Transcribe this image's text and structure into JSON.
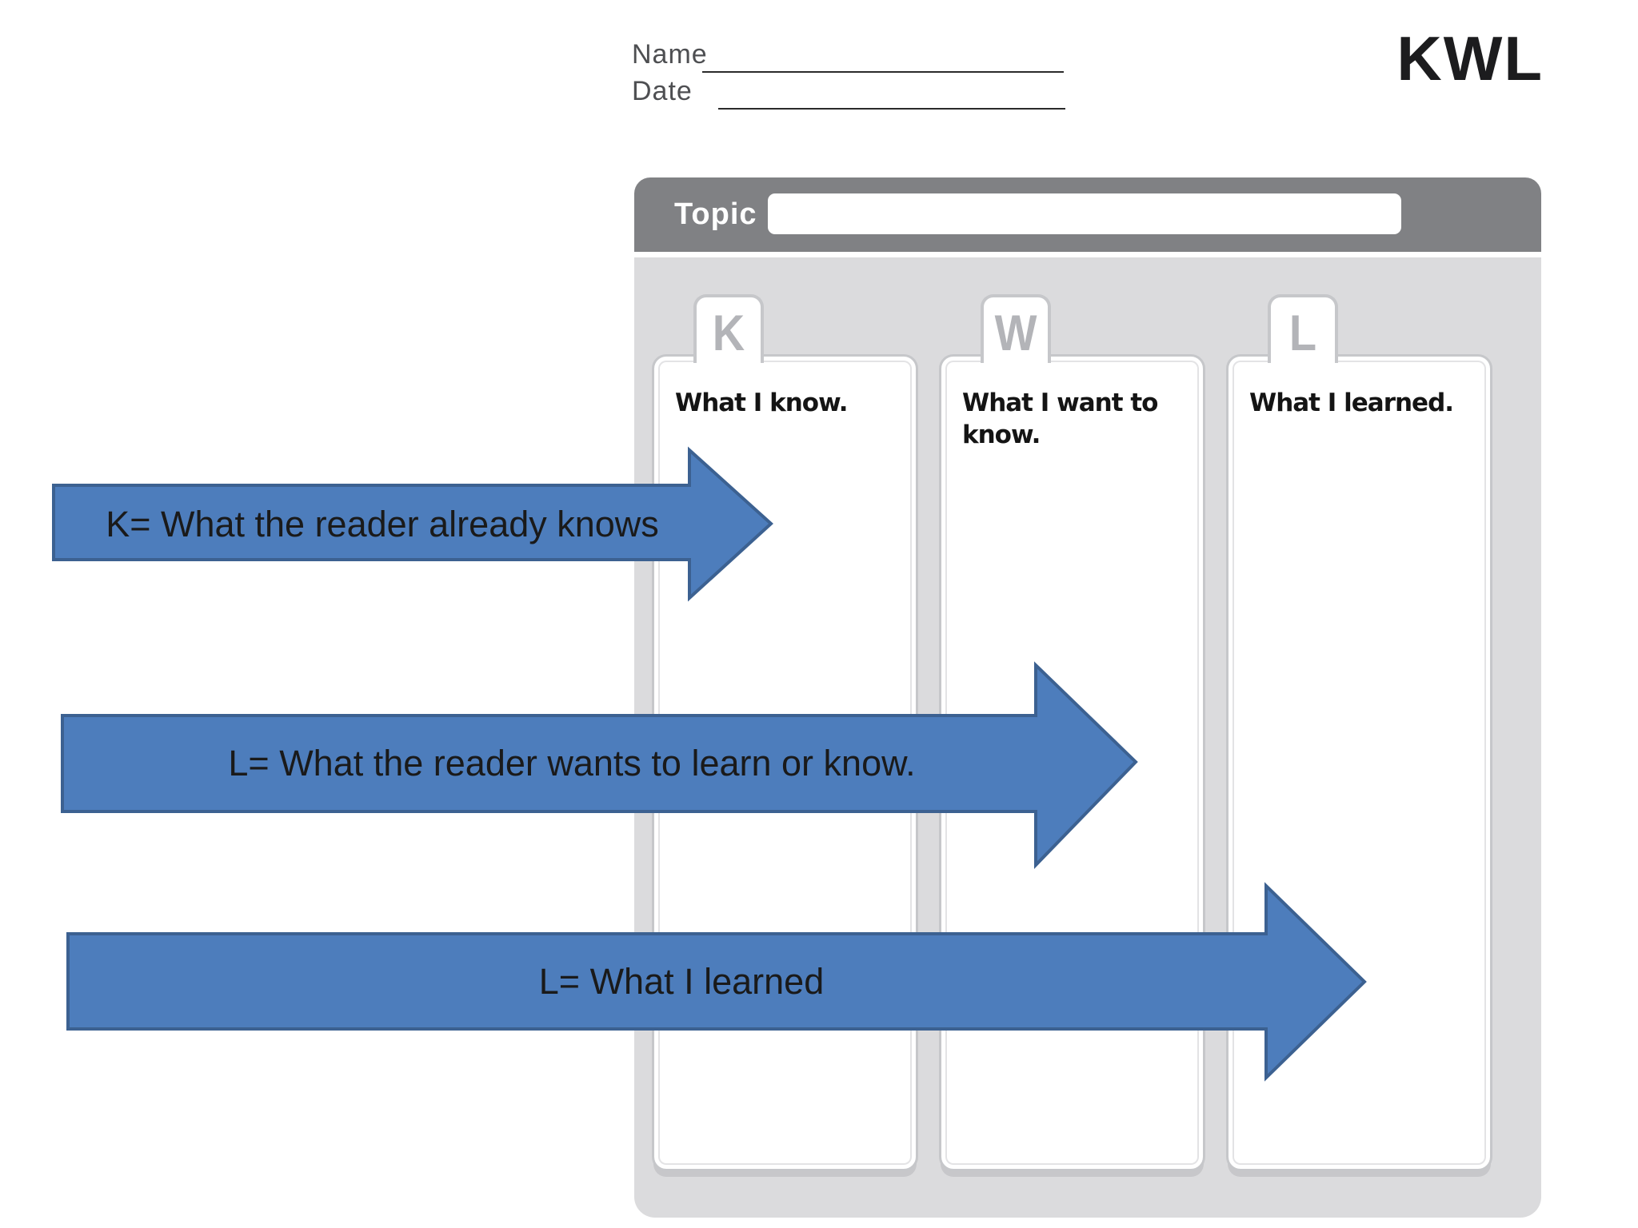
{
  "header": {
    "name_label": "Name",
    "date_label": "Date",
    "logo": "KWL"
  },
  "worksheet": {
    "topic_label": "Topic",
    "topic_value": "",
    "columns": [
      {
        "tab": "K",
        "header": "What I know."
      },
      {
        "tab": "W",
        "header": "What I want to know."
      },
      {
        "tab": "L",
        "header": "What I learned."
      }
    ]
  },
  "arrows": [
    {
      "label": "K= What the reader already knows"
    },
    {
      "label": "L= What the reader wants to learn or know."
    },
    {
      "label": "L= What I learned"
    }
  ],
  "colors": {
    "arrow_fill": "#4d7dbc",
    "arrow_border": "#3c6191",
    "topic_bar_gray": "#808184",
    "panel_gray": "#dbdbdd",
    "tab_letter_gray": "#b3b4b8"
  }
}
